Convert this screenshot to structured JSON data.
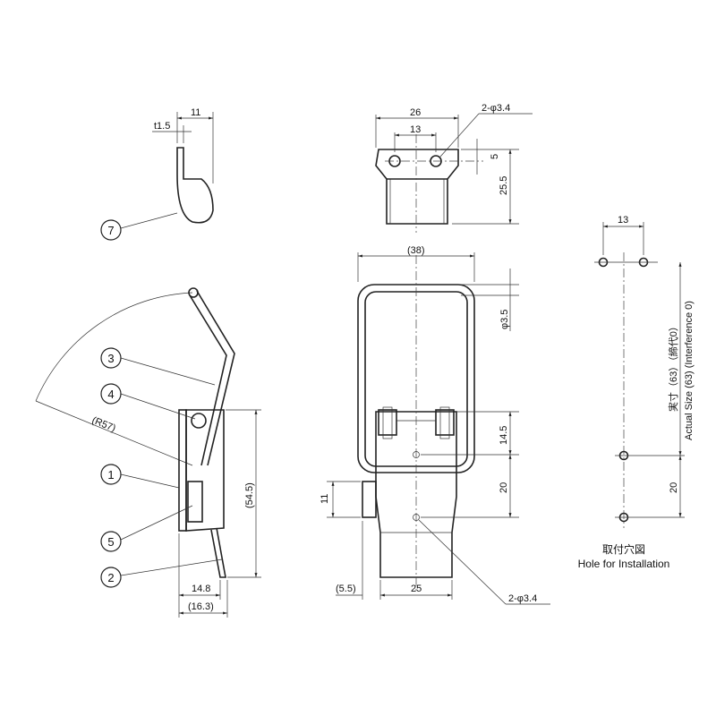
{
  "part7": {
    "dim_width": "11",
    "dim_thickness": "t1.5",
    "balloon": "7"
  },
  "top_view": {
    "dim_overall": "26",
    "dim_pitch": "13",
    "hole_callout": "2-φ3.4",
    "dim_offset": "5",
    "dim_height": "25.5"
  },
  "front_view": {
    "dim_width": "(38)",
    "dim_hole": "φ3.5",
    "dim_hinge": "14.5",
    "dim_pitch": "20",
    "dim_side": "11",
    "dim_left": "(5.5)",
    "dim_base": "25",
    "hole_callout": "2-φ3.4"
  },
  "side_view": {
    "balloons": [
      "3",
      "4",
      "1",
      "5",
      "2"
    ],
    "radius": "(R57)",
    "dim_height": "(54.5)",
    "dim_width1": "14.8",
    "dim_width2": "(16.3)"
  },
  "installation": {
    "dim_pitch": "13",
    "actual_size_jp": "実寸（63）（締代0）",
    "actual_size_en": "Actual Size (63) (Interference 0)",
    "dim_pitch_v": "20",
    "title_jp": "取付穴図",
    "title_en": "Hole for Installation"
  }
}
